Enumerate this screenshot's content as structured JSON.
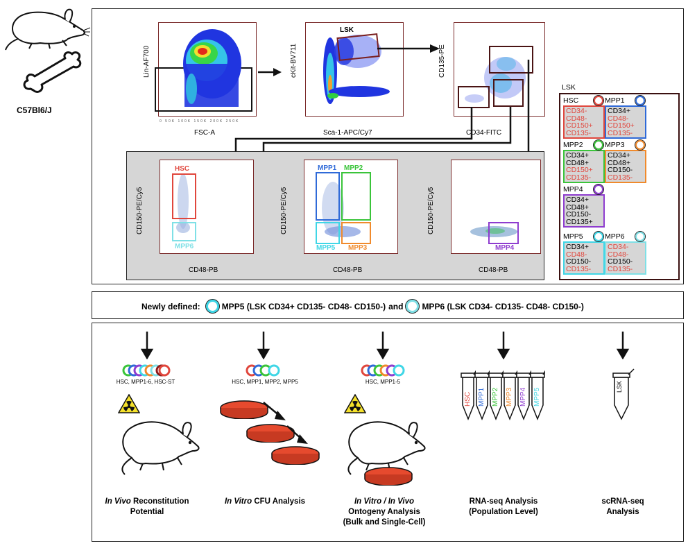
{
  "strain": "C57Bl6/J",
  "plots": {
    "p1": {
      "ylabel": "Lin-AF700",
      "xlabel": "FSC-A",
      "xticks": "0   50K   100K   150K   200K   250K"
    },
    "p2": {
      "ylabel": "cKit-BV711",
      "xlabel": "Sca-1-APC/Cy7",
      "gate": "LSK"
    },
    "p3": {
      "ylabel": "CD135-PE",
      "xlabel": "CD34-FITC"
    },
    "p4": {
      "ylabel": "CD150-PE/Cy5",
      "xlabel": "CD48-PB",
      "gate_top": "HSC",
      "gate_bottom": "MPP6"
    },
    "p5": {
      "ylabel": "CD150-PE/Cy5",
      "xlabel": "CD48-PB",
      "g1": "MPP1",
      "g2": "MPP2",
      "g3": "MPP5",
      "g4": "MPP3"
    },
    "p6": {
      "ylabel": "CD150-PE/Cy5",
      "xlabel": "CD48-PB",
      "gate": "MPP4"
    }
  },
  "legend": {
    "title": "LSK",
    "cells": [
      {
        "name": "HSC",
        "color": "#e0463c",
        "markers": [
          {
            "t": "CD34-",
            "on": false
          },
          {
            "t": "CD48-",
            "on": false
          },
          {
            "t": "CD150+",
            "on": false
          },
          {
            "t": "CD135-",
            "on": false
          }
        ]
      },
      {
        "name": "MPP1",
        "color": "#2f6ad8",
        "markers": [
          {
            "t": "CD34+",
            "on": true
          },
          {
            "t": "CD48-",
            "on": false
          },
          {
            "t": "CD150+",
            "on": false
          },
          {
            "t": "CD135-",
            "on": false
          }
        ]
      },
      {
        "name": "MPP2",
        "color": "#3ac43a",
        "markers": [
          {
            "t": "CD34+",
            "on": true
          },
          {
            "t": "CD48+",
            "on": true
          },
          {
            "t": "CD150+",
            "on": false
          },
          {
            "t": "CD135-",
            "on": false
          }
        ]
      },
      {
        "name": "MPP3",
        "color": "#f08a2c",
        "markers": [
          {
            "t": "CD34+",
            "on": true
          },
          {
            "t": "CD48+",
            "on": true
          },
          {
            "t": "CD150-",
            "on": true
          },
          {
            "t": "CD135-",
            "on": false
          }
        ]
      },
      {
        "name": "MPP4",
        "color": "#8e3ccf",
        "markers": [
          {
            "t": "CD34+",
            "on": true
          },
          {
            "t": "CD48+",
            "on": true
          },
          {
            "t": "CD150-",
            "on": true
          },
          {
            "t": "CD135+",
            "on": true
          }
        ]
      },
      {
        "name": "MPP5",
        "color": "#3fd6e6",
        "markers": [
          {
            "t": "CD34+",
            "on": true
          },
          {
            "t": "CD48-",
            "on": false
          },
          {
            "t": "CD150-",
            "on": true
          },
          {
            "t": "CD135-",
            "on": false
          }
        ]
      },
      {
        "name": "MPP6",
        "color": "#7fe0e6",
        "markers": [
          {
            "t": "CD34-",
            "on": false
          },
          {
            "t": "CD48-",
            "on": false
          },
          {
            "t": "CD150-",
            "on": true
          },
          {
            "t": "CD135-",
            "on": false
          }
        ]
      }
    ]
  },
  "definition": {
    "prefix": "Newly defined:",
    "mpp5": "MPP5 (LSK CD34+ CD135- CD48- CD150-)",
    "and": "and",
    "mpp6": "MPP6 (LSK CD34- CD135- CD48- CD150-)"
  },
  "analyses": [
    {
      "cells": "HSC, MPP1-6, HSC-ST",
      "label_italic": "In Vivo",
      "label_rest": " Reconstitution",
      "label_line2": "Potential",
      "label_line3": ""
    },
    {
      "cells": "HSC, MPP1, MPP2, MPP5",
      "label_italic": "In Vitro",
      "label_rest": " CFU Analysis",
      "label_line2": "",
      "label_line3": ""
    },
    {
      "cells": "HSC, MPP1-5",
      "label_italic": "In Vitro / In Vivo",
      "label_rest": "",
      "label_line2": "Ontogeny Analysis",
      "label_line3": "(Bulk and Single-Cell)"
    },
    {
      "cells": "",
      "label_italic": "",
      "label_rest": "RNA-seq Analysis",
      "label_line2": "(Population Level)",
      "label_line3": ""
    },
    {
      "cells": "",
      "label_italic": "",
      "label_rest": "scRNA-seq",
      "label_line2": "Analysis",
      "label_line3": ""
    }
  ],
  "tubes": [
    {
      "label": "HSC",
      "color": "#e0463c"
    },
    {
      "label": "MPP1",
      "color": "#2f6ad8"
    },
    {
      "label": "MPP2",
      "color": "#3ac43a"
    },
    {
      "label": "MPP3",
      "color": "#f08a2c"
    },
    {
      "label": "MPP4",
      "color": "#8e3ccf"
    },
    {
      "label": "MPP5",
      "color": "#3fd6e6"
    }
  ],
  "sc_tube": "LSK",
  "colors": {
    "hsc": "#e0463c",
    "mpp1": "#2f6ad8",
    "mpp2": "#3ac43a",
    "mpp3": "#f08a2c",
    "mpp4": "#8e3ccf",
    "mpp5": "#3fd6e6",
    "mpp6": "#7fe0e6",
    "dish": "#e64a2e"
  }
}
